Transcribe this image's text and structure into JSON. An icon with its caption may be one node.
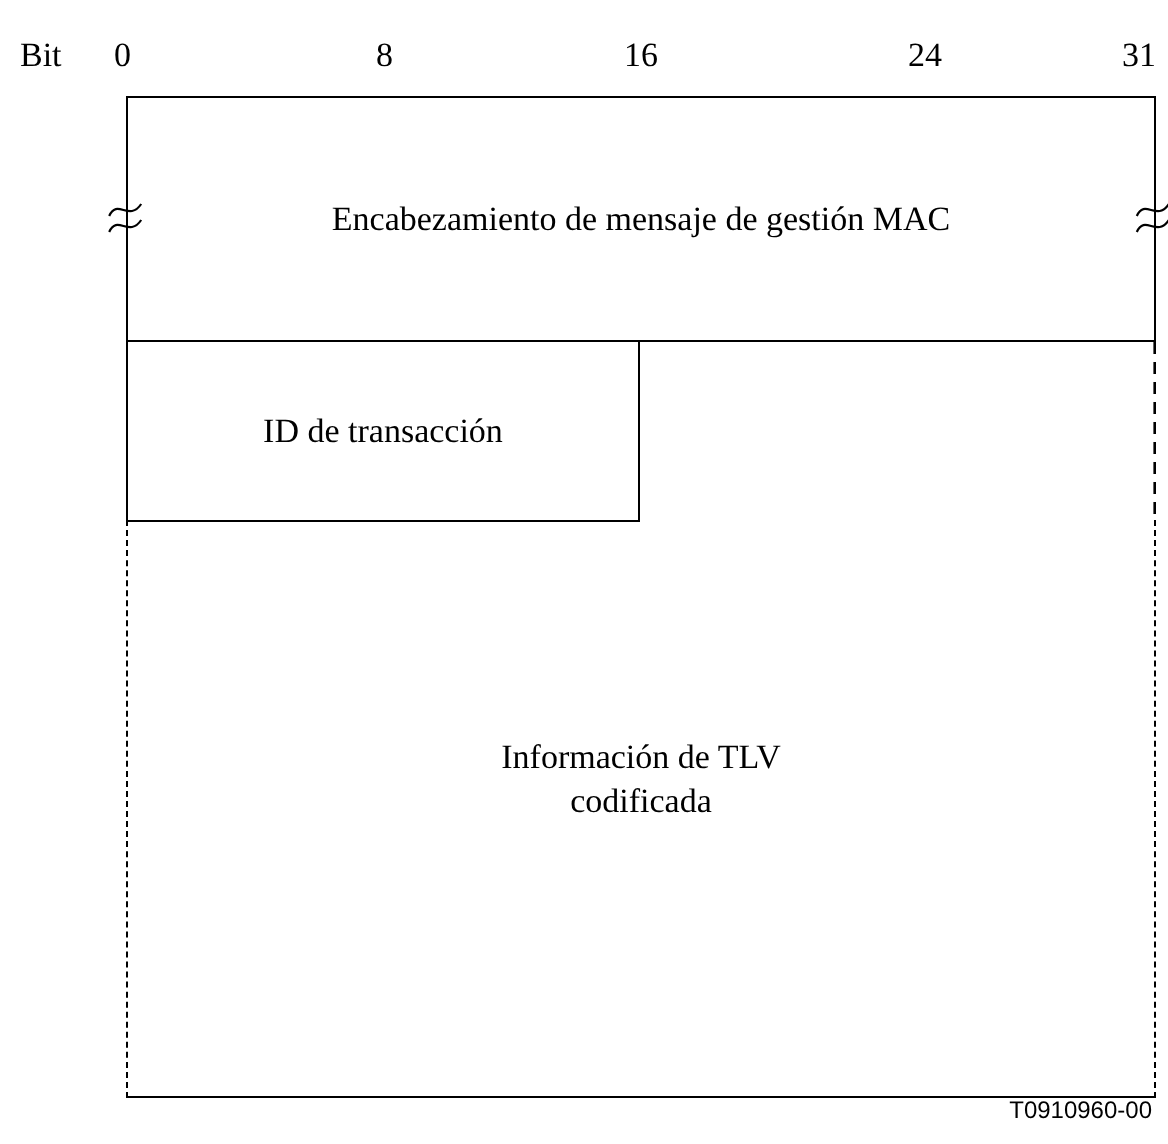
{
  "diagram": {
    "nodes": [
      {
        "text": [
          "Encabezamiento de mensaje de gestión MAC"
        ]
      },
      {
        "text": [
          "ID de transacción"
        ]
      },
      {
        "text": [
          "Información de TLV codificada"
        ]
      }
    ],
    "labels": [
      "Bit",
      "0",
      "8",
      "16",
      "24",
      "31",
      "T0910960-00"
    ]
  }
}
